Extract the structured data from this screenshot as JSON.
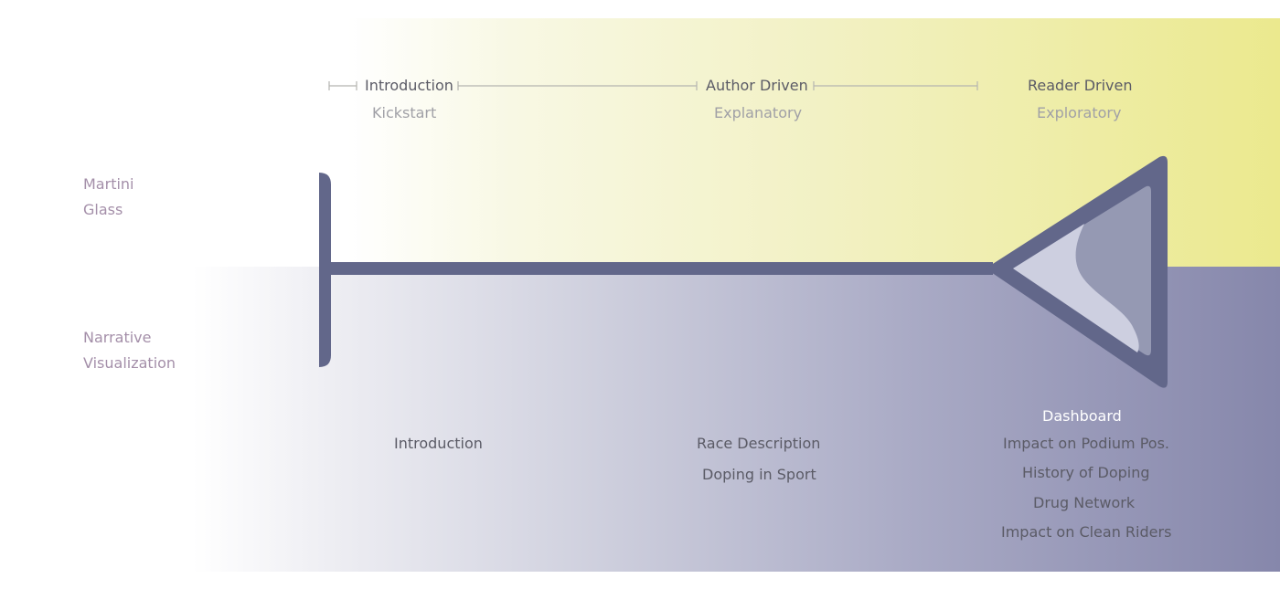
{
  "side_labels": {
    "martini_line1": "Martini",
    "martini_line2": "Glass",
    "narrative_line1": "Narrative",
    "narrative_line2": "Visualization"
  },
  "stages": [
    {
      "title": "Introduction",
      "subtitle": "Kickstart"
    },
    {
      "title": "Author Driven",
      "subtitle": "Explanatory"
    },
    {
      "title": "Reader Driven",
      "subtitle": "Exploratory"
    }
  ],
  "sections": {
    "introduction": [
      "Introduction"
    ],
    "author_driven": [
      "Race Description",
      "Doping in Sport"
    ],
    "reader_driven_heading": "Dashboard",
    "reader_driven": [
      "Impact on Podium Pos.",
      "History of Doping",
      "Drug Network",
      "Impact on Clean Riders"
    ]
  },
  "colors": {
    "glass": "#62678a",
    "glass_inner": "#9599b3",
    "liquid": "#cdcfe0",
    "top_band": "#ebe98e",
    "bottom_band": "#8687ab"
  }
}
